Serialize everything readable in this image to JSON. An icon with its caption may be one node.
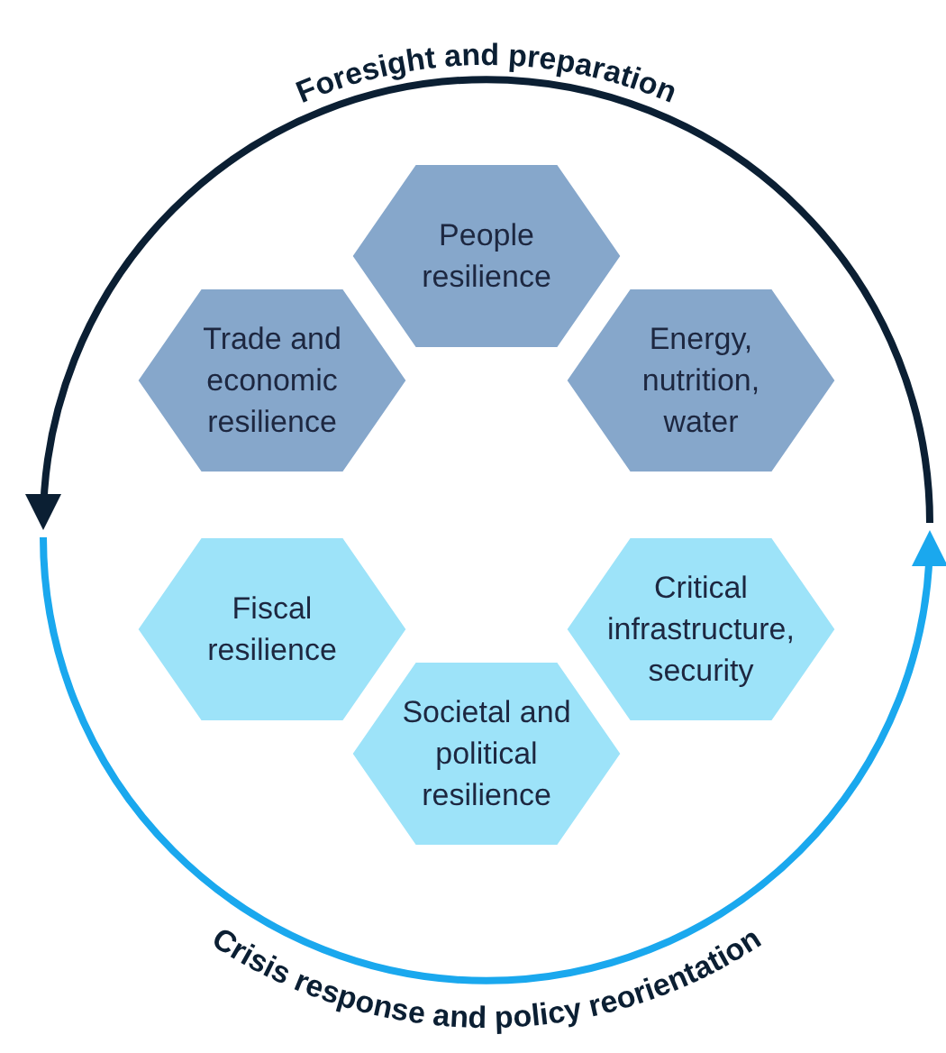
{
  "diagram": {
    "nodes": [
      {
        "text": [
          "People resilience"
        ]
      },
      {
        "text": [
          "Trade and economic resilience"
        ]
      },
      {
        "text": [
          "Energy, nutrition, water"
        ]
      },
      {
        "text": [
          "Fiscal resilience"
        ]
      },
      {
        "text": [
          "Critical infrastructure, security"
        ]
      },
      {
        "text": [
          "Societal and political resilience"
        ]
      }
    ],
    "labels": [
      "Foresight and preparation",
      "Crisis response and policy reorientation"
    ]
  }
}
